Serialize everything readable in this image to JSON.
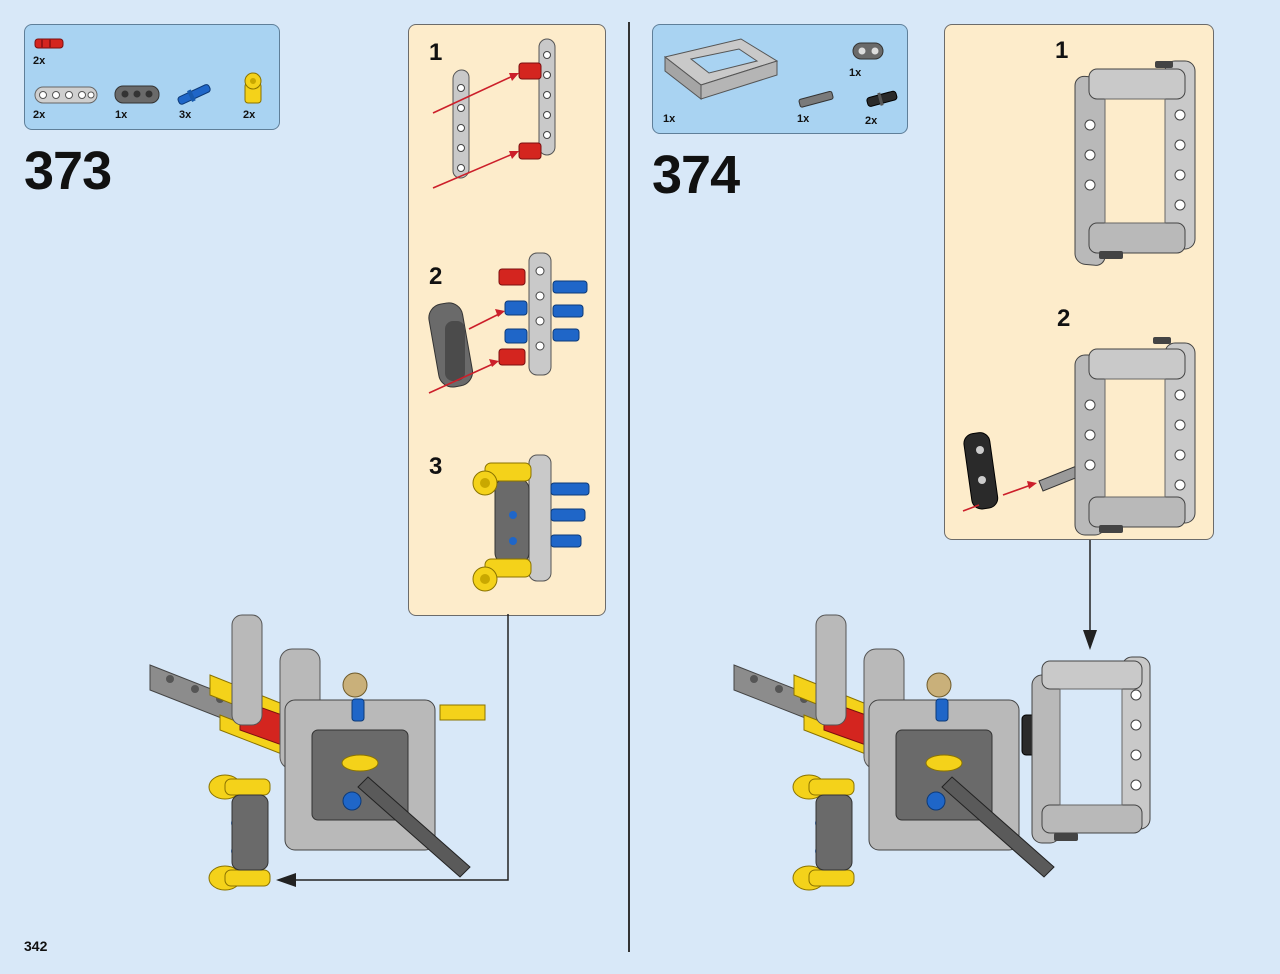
{
  "page_number": "342",
  "steps": [
    {
      "number": "373",
      "parts": [
        {
          "qty": "2x",
          "icon": "red-axle-pin-icon"
        },
        {
          "qty": "2x",
          "icon": "light-gray-beam-5-icon"
        },
        {
          "qty": "1x",
          "icon": "dark-gray-beam-3-icon"
        },
        {
          "qty": "3x",
          "icon": "blue-axle-pin-icon"
        },
        {
          "qty": "2x",
          "icon": "yellow-connector-icon"
        }
      ],
      "substeps": [
        "1",
        "2",
        "3"
      ]
    },
    {
      "number": "374",
      "parts": [
        {
          "qty": "1x",
          "icon": "gray-frame-5x7-icon"
        },
        {
          "qty": "1x",
          "icon": "dark-gray-cross-block-icon"
        },
        {
          "qty": "1x",
          "icon": "gray-axle-icon"
        },
        {
          "qty": "2x",
          "icon": "black-pin-icon"
        }
      ],
      "substeps": [
        "1",
        "2"
      ]
    }
  ],
  "colors": {
    "background": "#d8e8f8",
    "parts_box": "#a9d3f2",
    "substep_box": "#fdeccb",
    "arrow": "#cc1f2a",
    "yellow": "#f4d21a",
    "red": "#d4251f",
    "blue": "#1f66c8",
    "light_gray": "#b9b9b9",
    "dark_gray": "#6a6a6a"
  }
}
